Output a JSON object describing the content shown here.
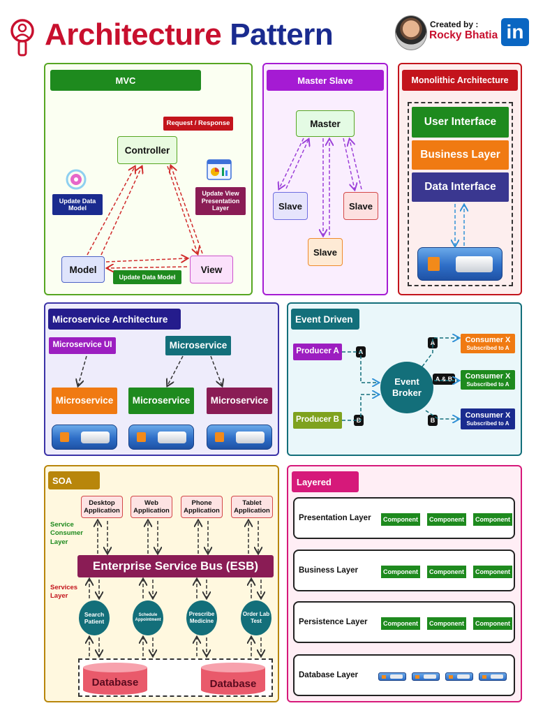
{
  "header": {
    "title_part1": "Architecture",
    "title_part2": "Pattern",
    "created_by": "Created by :",
    "author": "Rocky Bhatia",
    "linkedin": "in"
  },
  "mvc": {
    "title": "MVC",
    "request_response": "Request / Response",
    "controller": "Controller",
    "model": "Model",
    "view": "View",
    "update_data_model_left": "Update Data Model",
    "update_view_layer": "Update View Presentation Layer",
    "update_data_model_bottom": "Update Data Model"
  },
  "master_slave": {
    "title": "Master Slave",
    "master": "Master",
    "slave_left": "Slave",
    "slave_right": "Slave",
    "slave_bottom": "Slave"
  },
  "monolithic": {
    "title": "Monolithic Architecture",
    "user_interface": "User Interface",
    "business_layer": "Business Layer",
    "data_interface": "Data Interface"
  },
  "microservice": {
    "title": "Microservice Architecture",
    "ui": "Microservice UI",
    "gateway": "Microservice",
    "services": [
      "Microservice",
      "Microservice",
      "Microservice"
    ]
  },
  "event_driven": {
    "title": "Event Driven",
    "producer_a": "Producer A",
    "producer_b": "Producer B",
    "broker": "Event Broker",
    "letter_a1": "A",
    "letter_b1": "B",
    "letter_a2": "A",
    "letter_ab": "A & B",
    "letter_b2": "B",
    "consumers": [
      {
        "name": "Consumer X",
        "sub": "Subscribed to A"
      },
      {
        "name": "Consumer X",
        "sub": "Subscribed to A"
      },
      {
        "name": "Consumer X",
        "sub": "Subscribed to A"
      }
    ]
  },
  "soa": {
    "title": "SOA",
    "consumer_layer": "Service Consumer Layer",
    "services_layer": "Services Layer",
    "apps": [
      "Desktop Application",
      "Web Application",
      "Phone Application",
      "Tablet Application"
    ],
    "esb": "Enterprise Service Bus (ESB)",
    "services": [
      "Search Patient",
      "Schedule Appointment",
      "Prescribe Medicine",
      "Order Lab Test"
    ],
    "databases": [
      "Database",
      "Database"
    ]
  },
  "layered": {
    "title": "Layered",
    "layers": [
      "Presentation Layer",
      "Business Layer",
      "Persistence Layer",
      "Database Layer"
    ],
    "component": "Component"
  },
  "colors": {
    "title_red": "#c8102e",
    "title_blue": "#1a2b8f",
    "mvc_green": "#1e8a1e",
    "master_purple": "#a51bd3",
    "mono_red": "#c3141c",
    "micro_navy": "#241c8c",
    "event_teal": "#136f7a",
    "soa_gold": "#b8860b",
    "layered_pink": "#d6197a"
  }
}
